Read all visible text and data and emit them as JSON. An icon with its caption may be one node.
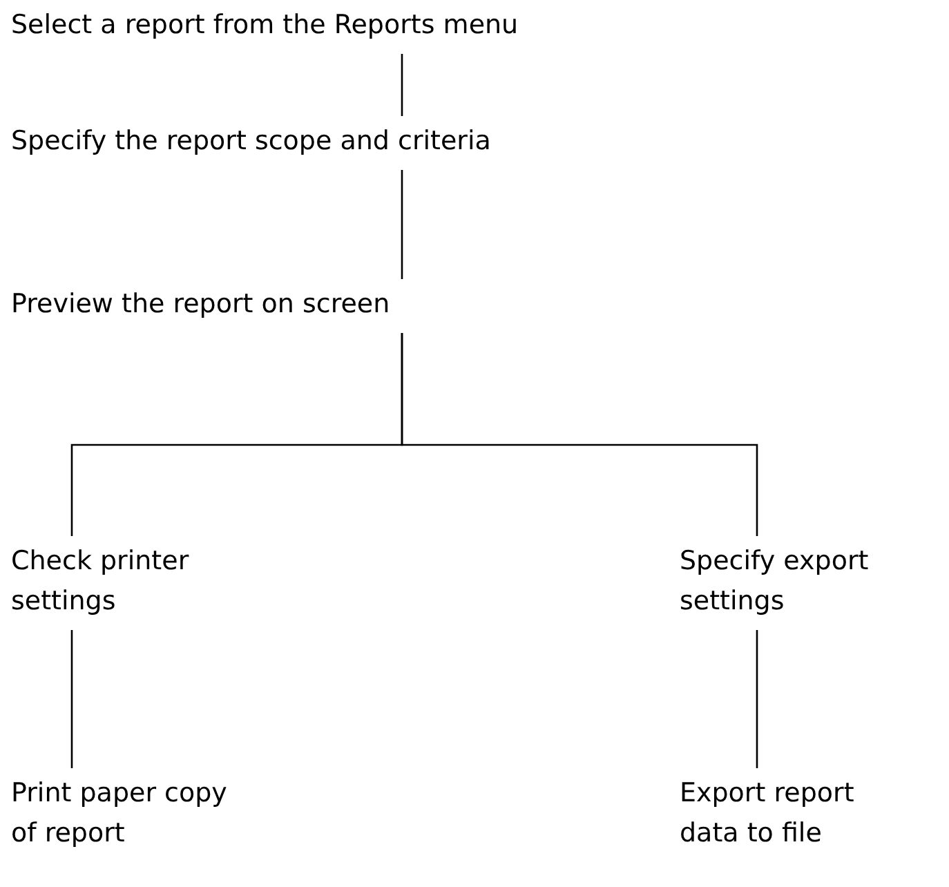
{
  "diagram": {
    "nodes": [
      {
        "text": [
          "Select a report from the Reports menu"
        ]
      },
      {
        "text": [
          "Specify the report scope and criteria"
        ]
      },
      {
        "text": [
          "Preview the report on screen"
        ]
      },
      {
        "text": [
          "Check printer settings"
        ]
      },
      {
        "text": [
          "Specify export settings"
        ]
      },
      {
        "text": [
          "Print paper copy of report"
        ]
      },
      {
        "text": [
          "Export report data to file"
        ]
      }
    ],
    "edges": [
      {
        "from": 0,
        "to": 1,
        "arrow": "none"
      },
      {
        "from": 1,
        "to": 2,
        "arrow": "none"
      },
      {
        "from": 2,
        "to": 3,
        "arrow": "none"
      },
      {
        "from": 2,
        "to": 4,
        "arrow": "none"
      },
      {
        "from": 3,
        "to": 5,
        "arrow": "none"
      },
      {
        "from": 4,
        "to": 6,
        "arrow": "none"
      }
    ]
  }
}
